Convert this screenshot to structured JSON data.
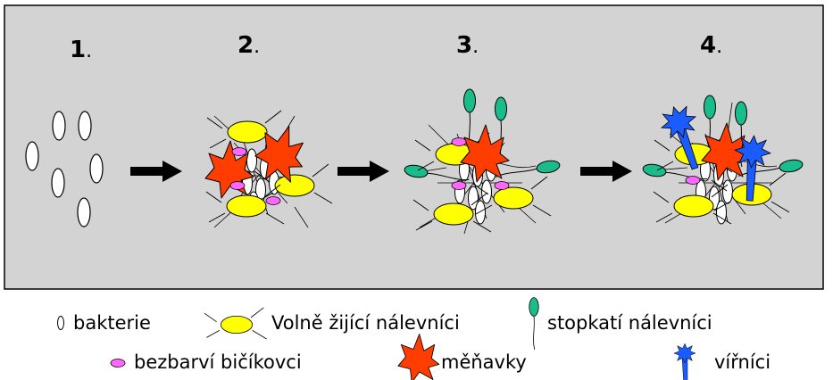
{
  "stages": [
    {
      "number": "1",
      "dot": "."
    },
    {
      "number": "2",
      "dot": "."
    },
    {
      "number": "3",
      "dot": "."
    },
    {
      "number": "4",
      "dot": "."
    }
  ],
  "legend": {
    "bacteria": "bakterie",
    "free_ciliates": "Volně žijící nálevníci",
    "stalked_ciliates": "stopkatí nálevníci",
    "flagellates": "bezbarví bičíkovci",
    "amoebae": "měňavky",
    "rotifers": "vířníci"
  },
  "colors": {
    "panel": "#d3d3d3",
    "bacteria": "#ffffff",
    "free_ciliates": "#ffff00",
    "stalked_ciliates": "#1abc8c",
    "flagellates": "#ff66ff",
    "amoebae": "#ff3d00",
    "rotifers": "#1a5cff",
    "arrow": "#000000"
  }
}
